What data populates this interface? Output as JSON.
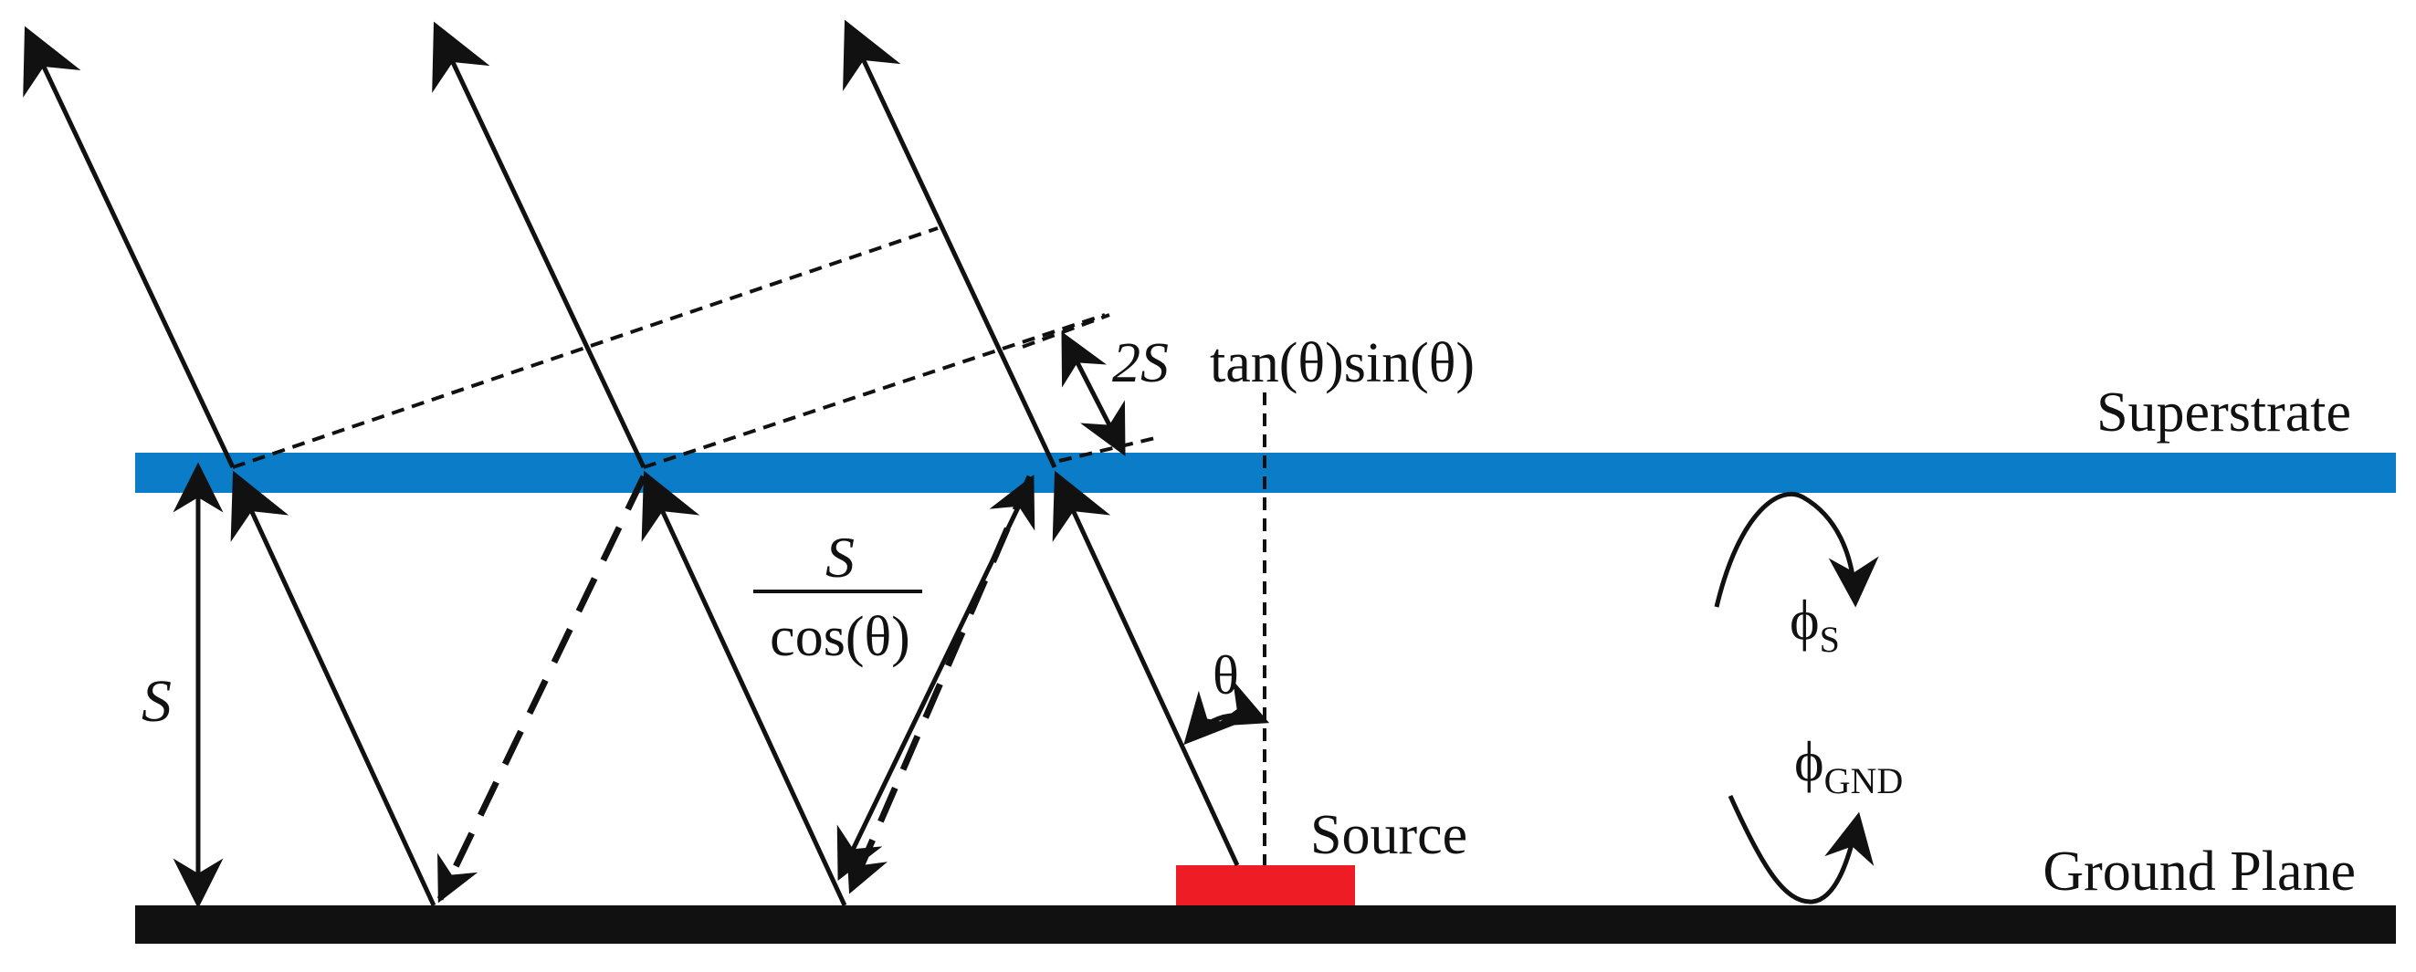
{
  "labels": {
    "superstrate": "Superstrate",
    "ground_plane": "Ground Plane",
    "source": "Source",
    "s_var": "S",
    "path_numerator": "S",
    "path_denominator": "cos(θ)",
    "offset_prefix": "2S",
    "offset_expr": "tan(θ)sin(θ)",
    "theta": "θ",
    "phi_s": "ϕ",
    "phi_s_sub": "S",
    "phi_gnd": "ϕ",
    "phi_gnd_sub": "GND"
  },
  "colors": {
    "superstrate": "#0a7cc8",
    "ground_plane": "#111111",
    "source": "#ee1c24",
    "ink": "#111111"
  }
}
